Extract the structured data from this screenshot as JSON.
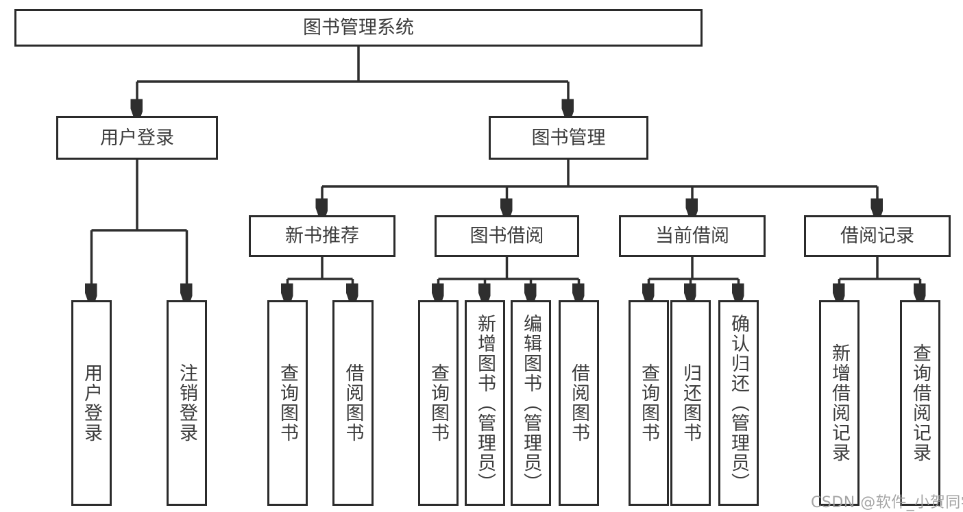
{
  "tree": {
    "label": "图书管理系统",
    "children": [
      {
        "label": "用户登录",
        "children": [
          {
            "label": "用户登录"
          },
          {
            "label": "注销登录"
          }
        ]
      },
      {
        "label": "图书管理",
        "children": [
          {
            "label": "新书推荐",
            "children": [
              {
                "label": "查询图书"
              },
              {
                "label": "借阅图书"
              }
            ]
          },
          {
            "label": "图书借阅",
            "children": [
              {
                "label": "查询图书"
              },
              {
                "label": "新增图书（管理员）"
              },
              {
                "label": "编辑图书（管理员）"
              },
              {
                "label": "借阅图书"
              }
            ]
          },
          {
            "label": "当前借阅",
            "children": [
              {
                "label": "查询图书"
              },
              {
                "label": "归还图书"
              },
              {
                "label": "确认归还（管理员）"
              }
            ]
          },
          {
            "label": "借阅记录",
            "children": [
              {
                "label": "新增借阅记录"
              },
              {
                "label": "查询借阅记录"
              }
            ]
          }
        ]
      }
    ]
  },
  "watermark": {
    "text": "CSDN @软件_小贺同学"
  },
  "colors": {
    "line": "#2e2e2e",
    "border": "#2b2b2b",
    "text": "#3c3c3c",
    "watermark": "#9c9c9c",
    "background": "#ffffff"
  }
}
